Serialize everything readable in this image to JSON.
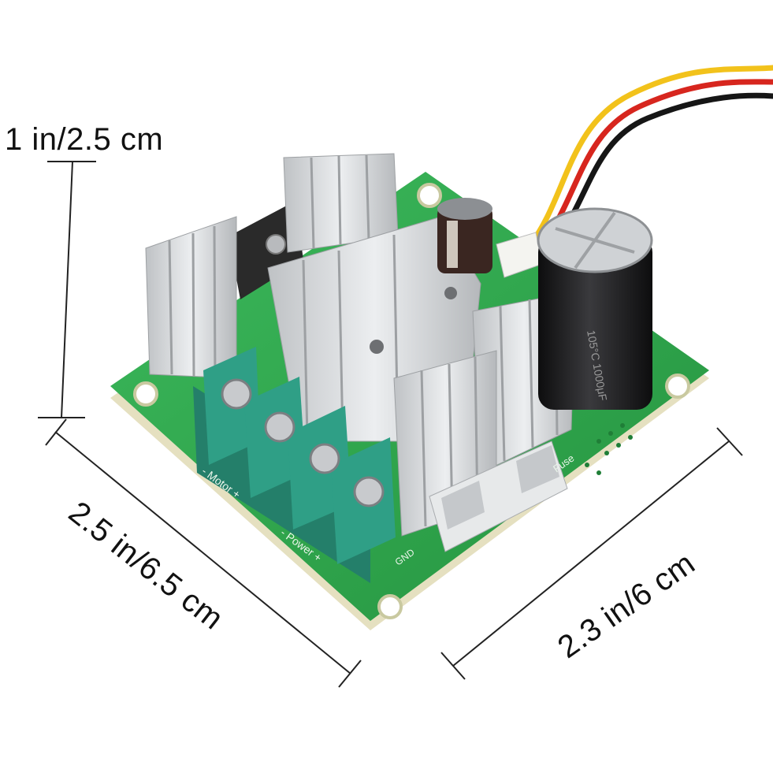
{
  "dimensions": {
    "height": "1 in/2.5 cm",
    "length": "2.5 in/6.5 cm",
    "width": "2.3 in/6 cm"
  },
  "board": {
    "motor_label": "- Motor +",
    "power_label": "- Power +",
    "fuse_label": "Fuse",
    "gnd_label": "GND",
    "capacitor_text": "105°C 1000μF"
  },
  "colors": {
    "pcb": "#2fa84f",
    "terminal": "#2f9f86",
    "heatsink": "#d4d6d8",
    "capacitor": "#1d1d1f",
    "wire_yellow": "#f2c21b",
    "wire_red": "#d7261e",
    "wire_black": "#161616"
  }
}
